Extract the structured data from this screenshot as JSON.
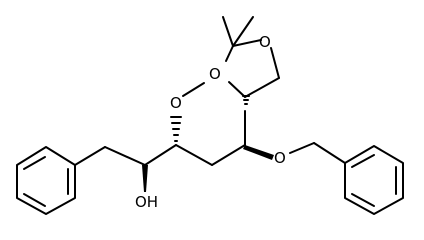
{
  "molecule": {
    "labels": {
      "o_ring_upper": "O",
      "o_ring_left": "O",
      "o_methoxy": "O",
      "o_benzyloxy": "O",
      "oh": "OH"
    }
  }
}
